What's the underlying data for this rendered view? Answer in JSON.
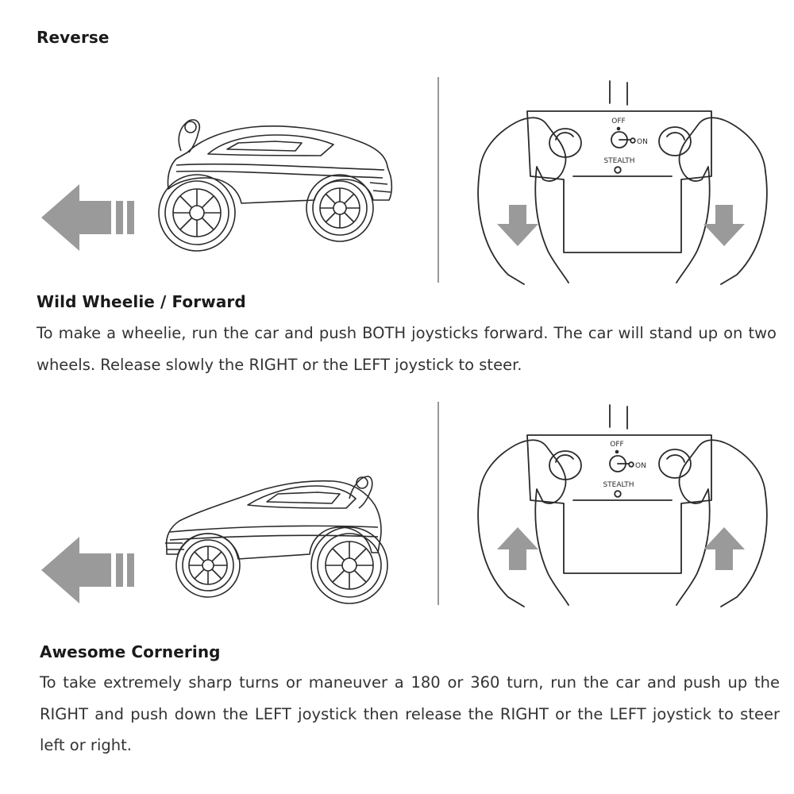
{
  "sections": {
    "reverse": {
      "title": "Reverse"
    },
    "wheelie": {
      "title": "Wild Wheelie / Forward",
      "body": "To make a wheelie, run the car and push BOTH joysticks forward. The car will stand up on two wheels. Release slowly the RIGHT or the LEFT joystick to steer."
    },
    "cornering": {
      "title": "Awesome Cornering",
      "body": "To take extremely sharp turns or maneuver a 180 or 360 turn, run the car and push up the RIGHT and push down the LEFT joystick then release the RIGHT or the LEFT joystick to steer left or right."
    }
  },
  "remote_labels": {
    "off": "OFF",
    "on": "ON",
    "stealth": "STEALTH"
  },
  "icons": {
    "direction_arrow": "left-arrow-icon",
    "joystick_down": "down-arrow-icon",
    "joystick_up": "up-arrow-icon"
  },
  "colors": {
    "text": "#1a1a1a",
    "arrow_gray": "#9a9a9a",
    "line_art": "#2a2a2a"
  }
}
